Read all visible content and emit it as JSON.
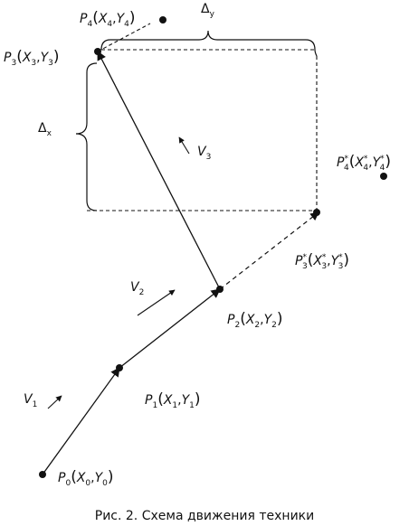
{
  "points": {
    "p0": {
      "main": "P",
      "sub": "0",
      "x": "X",
      "xs": "0",
      "y": "Y",
      "ys": "0"
    },
    "p1": {
      "main": "P",
      "sub": "1",
      "x": "X",
      "xs": "1",
      "y": "Y",
      "ys": "1"
    },
    "p2": {
      "main": "P",
      "sub": "2",
      "x": "X",
      "xs": "2",
      "y": "Y",
      "ys": "2"
    },
    "p3": {
      "main": "P",
      "sub": "3",
      "x": "X",
      "xs": "3",
      "y": "Y",
      "ys": "3"
    },
    "p4": {
      "main": "P",
      "sub": "4",
      "x": "X",
      "xs": "4",
      "y": "Y",
      "ys": "4"
    },
    "p3s": {
      "main": "P",
      "sub": "3",
      "sup": "*",
      "x": "X",
      "xs": "3",
      "xsup": "*",
      "y": "Y",
      "ys": "3",
      "ysup": "*"
    },
    "p4s": {
      "main": "P",
      "sub": "4",
      "sup": "*",
      "x": "X",
      "xs": "4",
      "xsup": "*",
      "y": "Y",
      "ys": "4",
      "ysup": "*"
    }
  },
  "velocities": {
    "v1": {
      "main": "V",
      "sub": "1"
    },
    "v2": {
      "main": "V",
      "sub": "2"
    },
    "v3": {
      "main": "V",
      "sub": "3"
    }
  },
  "deltas": {
    "dx": {
      "main": "Δ",
      "sub": "x"
    },
    "dy": {
      "main": "Δ",
      "sub": "y"
    }
  },
  "caption": "Рис. 2. Схема движения техники"
}
